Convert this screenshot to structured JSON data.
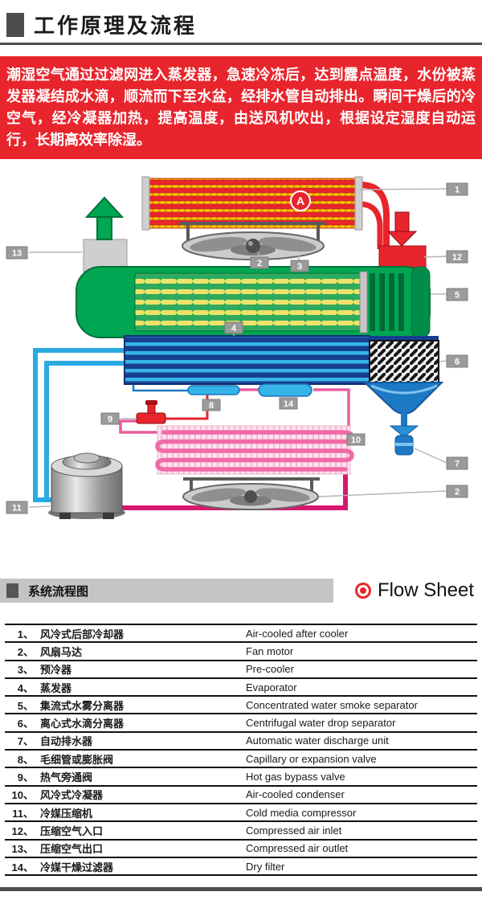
{
  "page": {
    "title": "工作原理及流程",
    "intro": "潮湿空气通过过滤网进入蒸发器，急速冷冻后，达到露点温度，水份被蒸发器凝结成水滴，顺流而下至水盆，经排水管自动排出。瞬间干燥后的冷空气，经冷凝器加热，提高温度，由送风机吹出，根据设定湿度自动运行，长期高效率除湿。"
  },
  "flow_sheet_header": {
    "title_cn": "系统流程图",
    "title_en": "Flow Sheet"
  },
  "diagram": {
    "marker_a": "A",
    "callouts": {
      "after_cooler": "1",
      "fan_top": "2",
      "pre_cooler": "3",
      "evaporator": "4",
      "smoke_separator": "5",
      "drop_separator": "6",
      "auto_drain": "7",
      "capillary": "8",
      "bypass_valve": "9",
      "condenser": "10",
      "compressor": "11",
      "air_inlet": "12",
      "air_outlet": "13",
      "dry_filter": "14",
      "fan_bottom": "2"
    }
  },
  "parts_table": {
    "rows": [
      {
        "no": "1、",
        "cn": "风冷式后部冷却器",
        "en": "Air-cooled after cooler"
      },
      {
        "no": "2、",
        "cn": "风扇马达",
        "en": "Fan motor"
      },
      {
        "no": "3、",
        "cn": "预冷器",
        "en": "Pre-cooler"
      },
      {
        "no": "4、",
        "cn": "蒸发器",
        "en": "Evaporator"
      },
      {
        "no": "5、",
        "cn": "集流式水雾分离器",
        "en": "Concentrated water smoke separator"
      },
      {
        "no": "6、",
        "cn": "离心式水滴分离器",
        "en": "Centrifugal water drop separator"
      },
      {
        "no": "7、",
        "cn": "自动排水器",
        "en": "Automatic water discharge unit"
      },
      {
        "no": "8、",
        "cn": "毛细管或膨胀阀",
        "en": "Capillary or expansion valve"
      },
      {
        "no": "9、",
        "cn": "热气旁通阀",
        "en": "Hot gas bypass valve"
      },
      {
        "no": "10、",
        "cn": "风冷式冷凝器",
        "en": "Air-cooled condenser"
      },
      {
        "no": "11、",
        "cn": "冷媒压缩机",
        "en": "Cold media compressor"
      },
      {
        "no": "12、",
        "cn": "压缩空气入口",
        "en": "Compressed air inlet"
      },
      {
        "no": "13、",
        "cn": "压缩空气出口",
        "en": "Compressed air outlet"
      },
      {
        "no": "14、",
        "cn": "冷媒干燥过滤器",
        "en": "Dry filter"
      }
    ]
  },
  "colors": {
    "accent_red": "#e8252d",
    "green": "#00a651",
    "dark_blue": "#173f8f",
    "cyan": "#29abe2",
    "pink": "#ef5ba1",
    "yellow": "#f7c600"
  }
}
